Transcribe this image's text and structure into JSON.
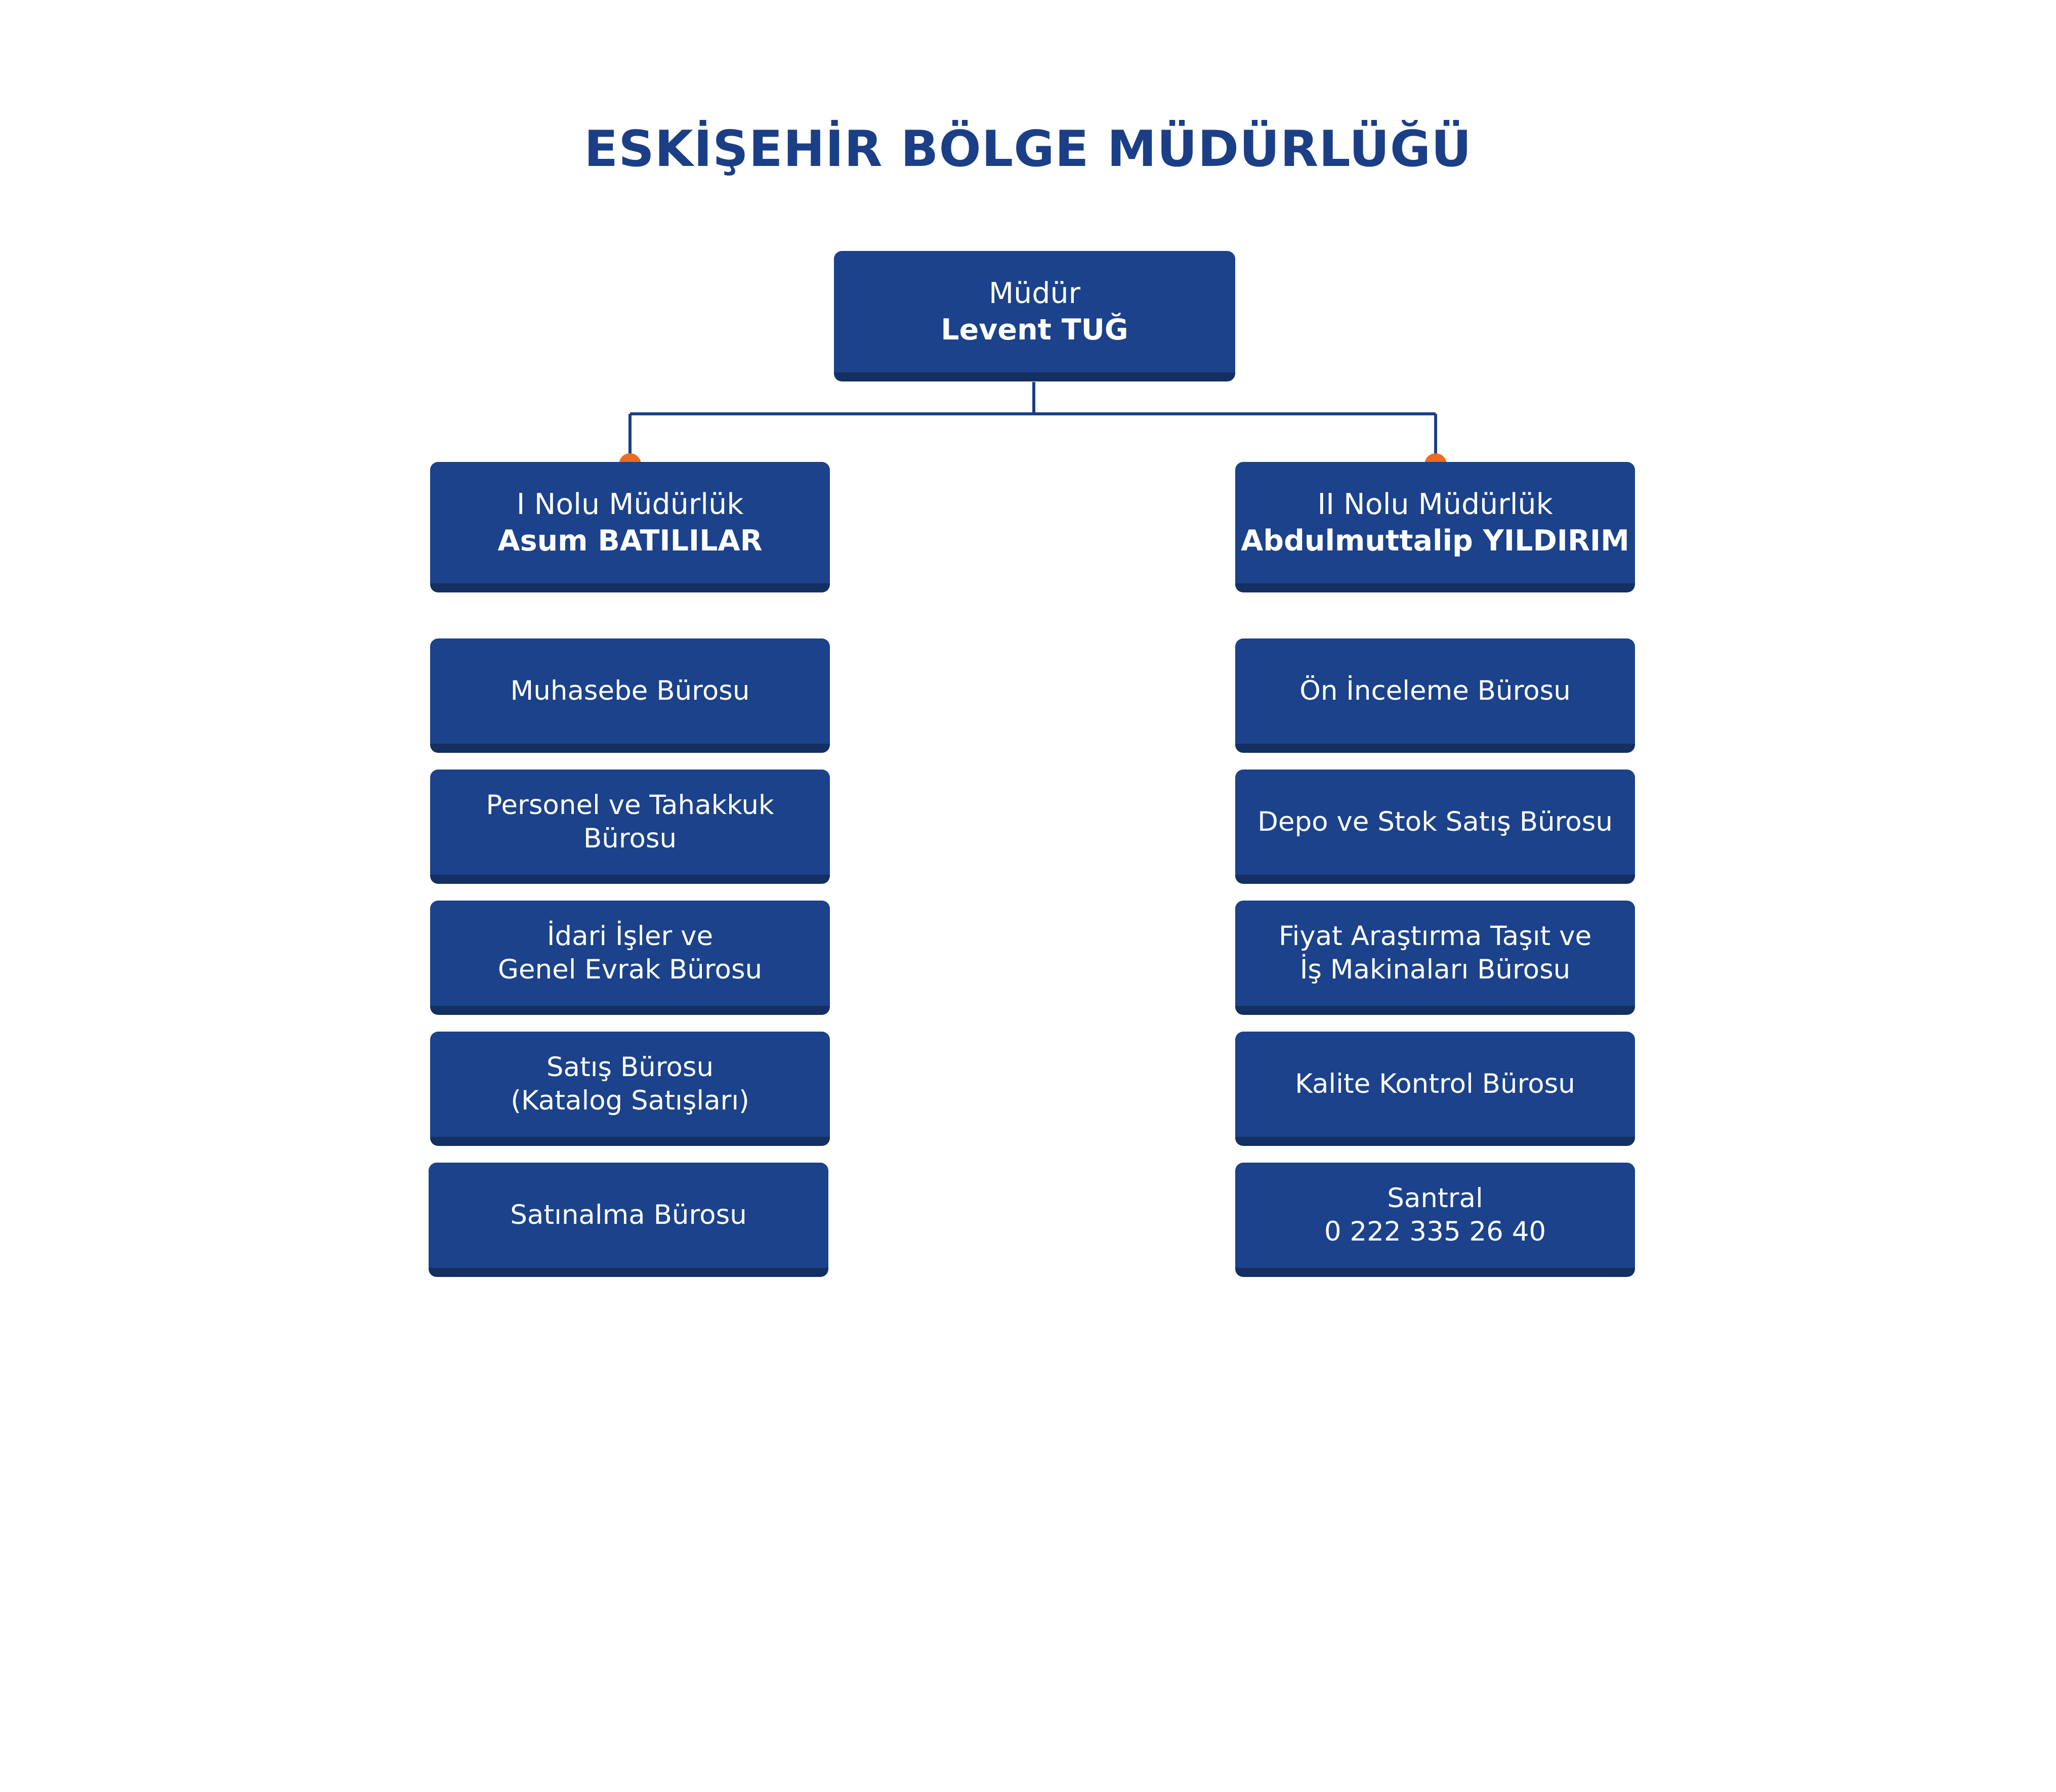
{
  "title": "ESKİŞEHİR BÖLGE MÜDÜRLÜĞÜ",
  "colors": {
    "box": "#1b428a",
    "box_shadow": "#142f61",
    "connector": "#1b3f87",
    "dot": "#f26a1b",
    "title": "#1b3f87"
  },
  "director": {
    "role": "Müdür",
    "name": "Levent TUĞ"
  },
  "left_branch": {
    "role": "I Nolu Müdürlük",
    "name": "Asum BATILILAR",
    "units": [
      {
        "line1": "Muhasebe Bürosu",
        "line2": ""
      },
      {
        "line1": "Personel ve Tahakkuk",
        "line2": "Bürosu"
      },
      {
        "line1": "İdari İşler ve",
        "line2": "Genel Evrak Bürosu"
      },
      {
        "line1": "Satış Bürosu",
        "line2": "(Katalog Satışları)"
      },
      {
        "line1": "Satınalma Bürosu",
        "line2": ""
      }
    ]
  },
  "right_branch": {
    "role": "II Nolu Müdürlük",
    "name": "Abdulmuttalip YILDIRIM",
    "units": [
      {
        "line1": "Ön İnceleme Bürosu",
        "line2": ""
      },
      {
        "line1": "Depo ve Stok Satış Bürosu",
        "line2": ""
      },
      {
        "line1": "Fiyat Araştırma Taşıt ve",
        "line2": "İş Makinaları Bürosu"
      },
      {
        "line1": "Kalite Kontrol Bürosu",
        "line2": ""
      },
      {
        "line1": "Santral",
        "line2": "0 222 335 26 40"
      }
    ]
  }
}
